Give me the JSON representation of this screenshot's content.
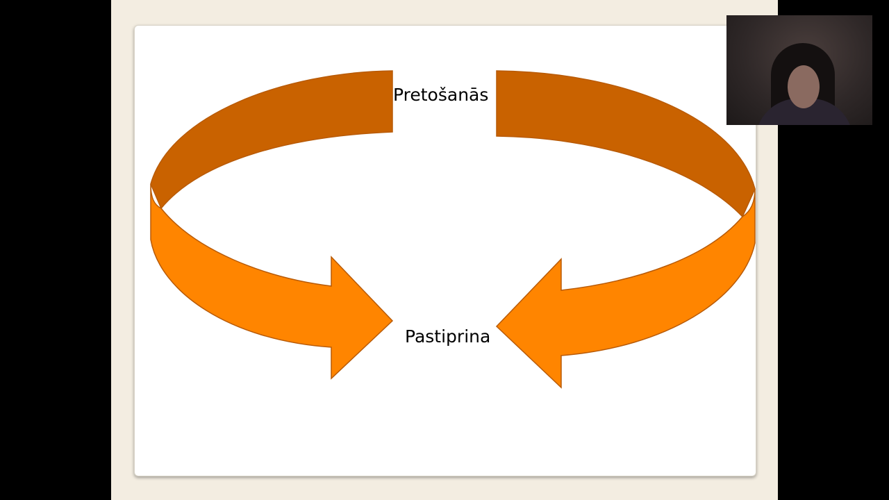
{
  "slide": {
    "top_label": "Pretošanās",
    "bottom_label": "Pastiprina"
  },
  "colors": {
    "arrow_dark": "#c96200",
    "arrow_light": "#ff8500",
    "arrow_stroke": "#b85a05",
    "background": "#f3ede1",
    "slide": "#ffffff"
  },
  "icons": {
    "webcam": "presenter-webcam-video"
  }
}
